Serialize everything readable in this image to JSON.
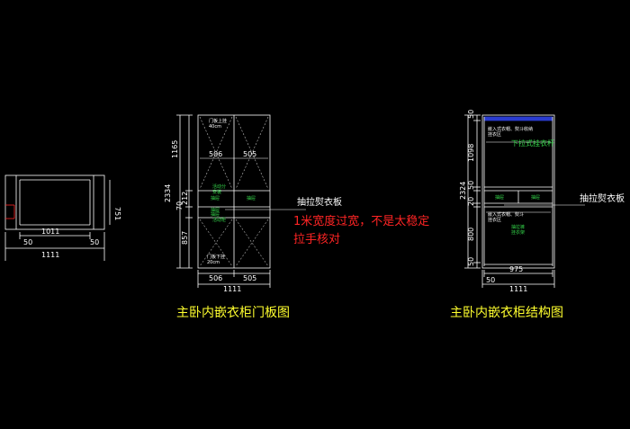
{
  "colors": {
    "background": "#000000",
    "lines": "#ffffff",
    "title": "#ffff2e",
    "note": "#ff2424",
    "annotation": "#34d64a",
    "header": "#2a3ccf"
  },
  "plan": {
    "dim_inner": "1011",
    "dim_outer": "1111",
    "dim_side": "50",
    "dim_right": "50",
    "dim_depth": "751"
  },
  "door": {
    "title": "主卧内嵌衣柜门板图",
    "dims_left": {
      "total": "2334",
      "top": "1165",
      "middle": "212",
      "middle2": "70",
      "bottom": "857"
    },
    "dims_top": {
      "left": "506",
      "right": "505"
    },
    "dims_bottom": {
      "left": "506",
      "right": "505",
      "total": "1111"
    },
    "labels": {
      "top_door": "门板上挂",
      "top_door2": "40cm",
      "drawer1": "抽屉",
      "drawer2": "抽屉",
      "bottom_door": "门板下挂",
      "bottom_door2": "20cm",
      "fold": "抽屉",
      "fold2": "抽屉",
      "fold3": "活动分",
      "fold4": "安装",
      "fold5": "活动柜"
    },
    "leader": "抽拉熨衣板"
  },
  "note": {
    "line1": "1米宽度过宽，不是太稳定",
    "line2": "拉手核对"
  },
  "structure": {
    "title": "主卧内嵌衣柜结构图",
    "dims_left": {
      "top": "50",
      "upper": "1098",
      "mid1": "50",
      "mid2": "2324",
      "mid3": "20",
      "lower": "800",
      "bottom": "50"
    },
    "dims_bottom": {
      "inner": "975",
      "side": "50",
      "total": "1111"
    },
    "upper_note1": "嵌入式衣帽、熨斗收纳",
    "upper_note2": "挂衣区",
    "rod": "下拉式挂衣杆",
    "drawer_left": "抽屉",
    "drawer_right": "抽屉",
    "lower_note1": "嵌入式衣帽、熨斗",
    "lower_note2": "挂衣区",
    "lower_note3": "抽拉裤",
    "lower_note4": "挂衣架",
    "leader": "抽拉熨衣板"
  }
}
